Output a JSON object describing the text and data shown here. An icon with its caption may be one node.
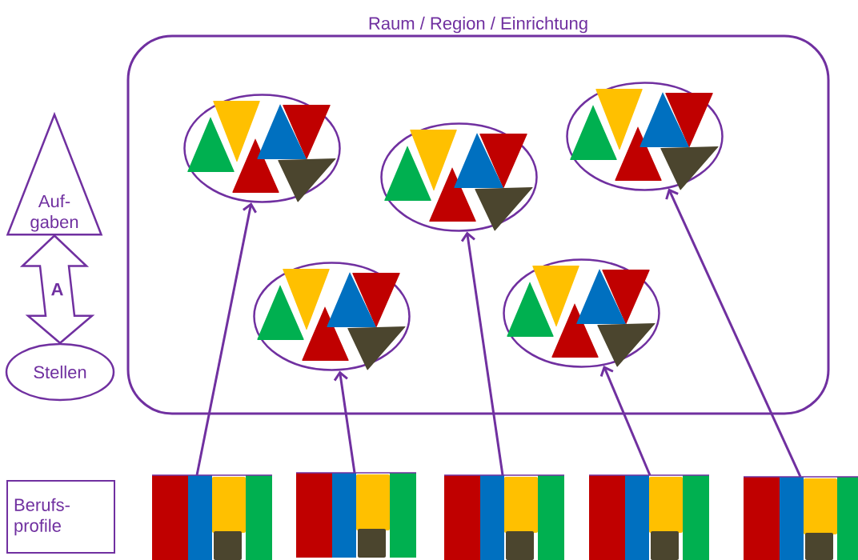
{
  "diagram": {
    "nodes": [
      {
        "text": [
          "Raum / Region / Einrichtung"
        ]
      },
      {
        "text": [],
        "shape": "ellipse",
        "in": 0
      },
      {
        "text": [],
        "shape": "ellipse",
        "in": 0
      },
      {
        "text": [],
        "shape": "ellipse",
        "in": 0
      },
      {
        "text": [],
        "shape": "ellipse",
        "in": 0
      },
      {
        "text": [],
        "shape": "ellipse",
        "in": 0
      },
      {
        "text": [
          "Auf- gaben"
        ]
      },
      {
        "text": [
          "Stellen"
        ]
      },
      {
        "text": [
          "Berufs- profile"
        ]
      },
      {
        "text": [],
        "shape": "box"
      },
      {
        "text": [],
        "shape": "box"
      },
      {
        "text": [],
        "shape": "box"
      },
      {
        "text": [],
        "shape": "box"
      },
      {
        "text": [],
        "shape": "box"
      }
    ],
    "edges": [
      {
        "from": 6,
        "to": 7,
        "arrow": "both",
        "label": "A"
      },
      {
        "from": 9,
        "to": 1,
        "arrow": "to"
      },
      {
        "from": 10,
        "to": 4,
        "arrow": "to"
      },
      {
        "from": 11,
        "to": 2,
        "arrow": "to"
      },
      {
        "from": 12,
        "to": 5,
        "arrow": "to"
      },
      {
        "from": 13,
        "to": 3,
        "arrow": "to"
      }
    ]
  }
}
